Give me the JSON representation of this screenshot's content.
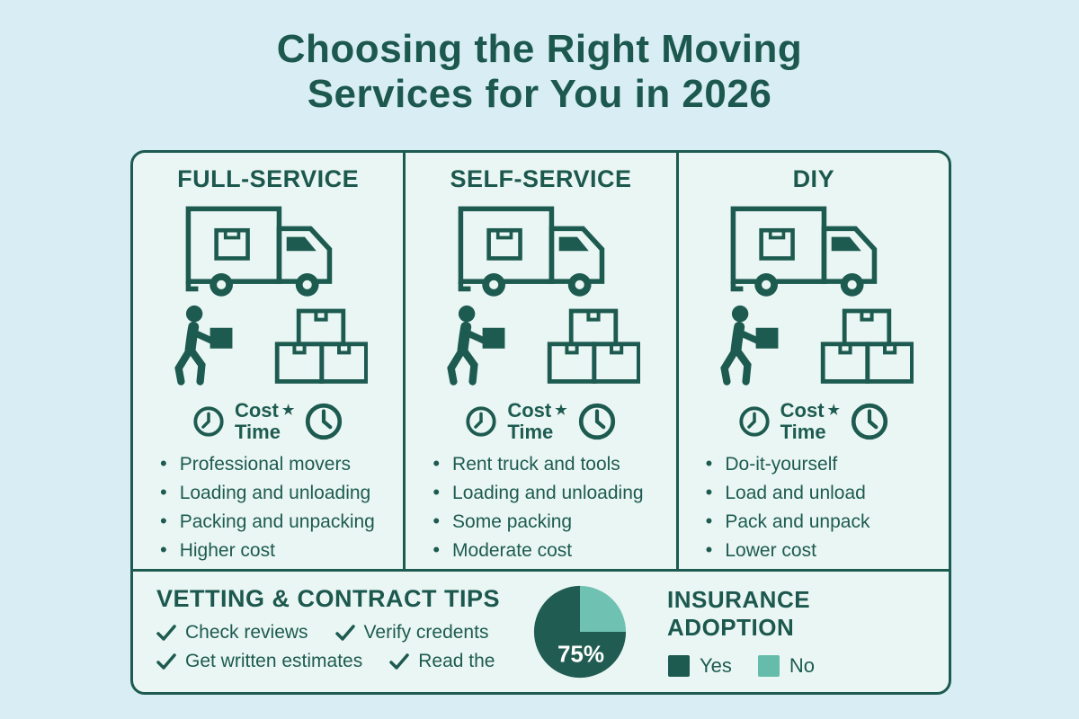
{
  "title": {
    "line1": "Choosing the Right Moving",
    "line2": "Services for You in 2026"
  },
  "icons": {
    "star": "★",
    "bullet": "•"
  },
  "columns": [
    {
      "header": "FULL-SERVICE",
      "cost_label": "Cost",
      "time_label": "Time",
      "bullets": [
        "Professional movers",
        "Loading and unloading",
        "Packing and unpacking",
        "Higher cost"
      ]
    },
    {
      "header": "SELF-SERVICE",
      "cost_label": "Cost",
      "time_label": "Time",
      "bullets": [
        "Rent truck and tools",
        "Loading and unloading",
        "Some packing",
        "Moderate cost"
      ]
    },
    {
      "header": "DIY",
      "cost_label": "Cost",
      "time_label": "Time",
      "bullets": [
        "Do-it-yourself",
        "Load and unload",
        "Pack and unpack",
        "Lower cost"
      ]
    }
  ],
  "footer": {
    "tips_title": "VETTING & CONTRACT TIPS",
    "tips_row1": [
      "Check reviews",
      "Verify credents"
    ],
    "tips_row2": [
      "Get written estimates",
      "Read the"
    ],
    "insurance_title": "INSURANCE ADOPTION",
    "legend": [
      {
        "label": "Yes",
        "color": "#1d5b50"
      },
      {
        "label": "No",
        "color": "#66bcab"
      }
    ]
  },
  "chart_data": {
    "type": "pie",
    "title": "INSURANCE ADOPTION",
    "labels": [
      "Yes",
      "No"
    ],
    "values": [
      75,
      25
    ],
    "colors": [
      "#205c51",
      "#6fc2b1"
    ],
    "center_label": "75%",
    "legend_position": "right"
  },
  "colors": {
    "background": "#d8edf4",
    "card_background": "#eaf6f4",
    "teal_dark": "#1d5b50",
    "teal_light": "#66bcab"
  }
}
